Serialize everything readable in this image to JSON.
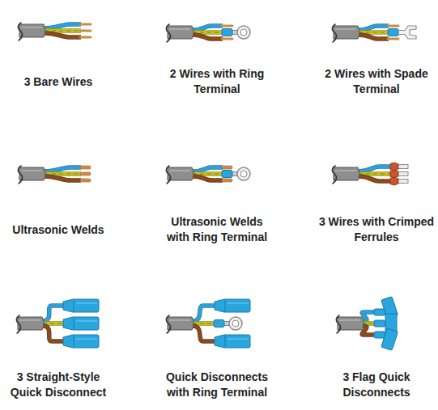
{
  "diagram": {
    "labels": [
      "3 Bare Wires",
      "2 Wires with Ring Terminal",
      "2 Wires with Spade Terminal",
      "Ultrasonic Welds",
      "Ultrasonic Welds with Ring Terminal",
      "3 Wires with Crimped Ferrules",
      "3 Straight-Style Quick Disconnect",
      "Quick Disconnects with Ring Terminal",
      "3 Flag Quick Disconnects"
    ]
  }
}
